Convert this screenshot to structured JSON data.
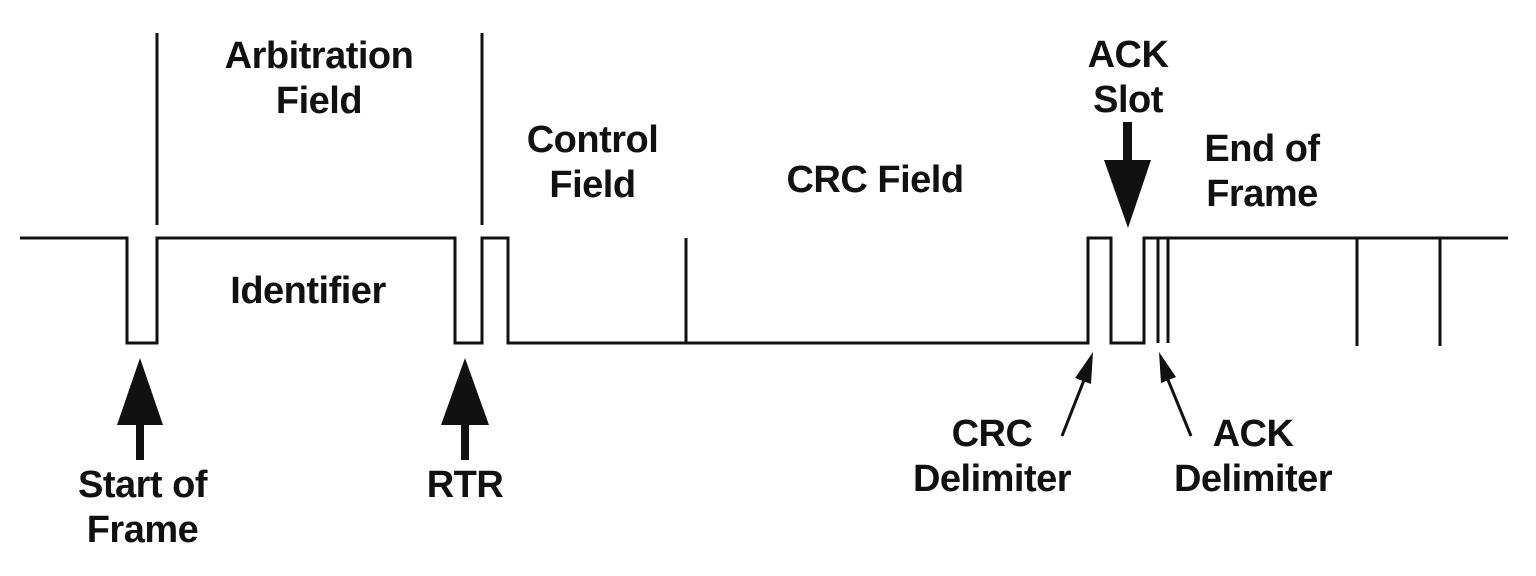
{
  "colors": {
    "line": "#111111",
    "background": "#ffffff"
  },
  "labels": {
    "arbitration_field": [
      "Arbitration",
      "Field"
    ],
    "control_field": [
      "Control",
      "Field"
    ],
    "crc_field": "CRC Field",
    "ack_slot": [
      "ACK",
      "Slot"
    ],
    "end_of_frame": [
      "End of",
      "Frame"
    ],
    "identifier": "Identifier",
    "start_of_frame": [
      "Start of",
      "Frame"
    ],
    "rtr": "RTR",
    "crc_delimiter": [
      "CRC",
      "Delimiter"
    ],
    "ack_delimiter": [
      "ACK",
      "Delimiter"
    ]
  }
}
